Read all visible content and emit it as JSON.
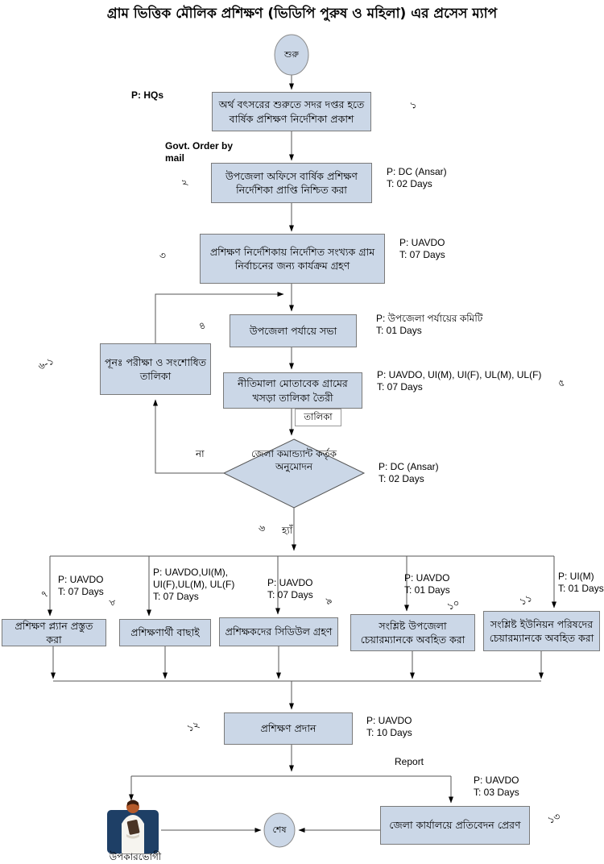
{
  "title": "গ্রাম ভিত্তিক মৌলিক প্রশিক্ষণ (ভিডিপি পুরুষ ও মহিলা) এর প্রসেস ম্যাপ",
  "terminals": {
    "start": "শুরু",
    "end": "শেষ"
  },
  "process_boxes": {
    "publish_guideline": "অর্থ বৎসরের শুরুতে সদর দপ্তর হতে বার্ষিক প্রশিক্ষণ নির্দেশিকা প্রকাশ",
    "confirm_receipt": "উপজেলা অফিসে বার্ষিক প্রশিক্ষণ নির্দেশিকা প্রাপ্তি নিশ্চিত করা",
    "village_selection": "প্রশিক্ষণ নির্দেশিকায় নির্দেশিত সংখ্যক গ্রাম নির্বাচনের জন্য কার্যক্রম গ্রহণ",
    "upazila_meeting": "উপজেলা পর্যায়ে  সভা",
    "draft_list": "নীতিমালা মোতাবেক গ্রামের খসড়া তালিকা তৈরী",
    "revision": "পূনঃ পরীক্ষা ও সংশোধিত তালিকা",
    "training_plan": "প্রশিক্ষণ প্ল্যান প্রস্তুত করা",
    "trainee_selection": "প্রশিক্ষণার্থী বাছাই",
    "trainer_schedule": "প্রশিক্ষকদের সিডিউল গ্রহণ",
    "inform_upazila_chairman": "সংশ্লিষ্ট উপজেলা চেয়ারম্যানকে অবহিত করা",
    "inform_union_chairman": "সংশ্লিষ্ট ইউনিয়ন পরিষদের চেয়ারম্যানকে অবহিত করা",
    "conduct_training": "প্রশিক্ষণ প্রদান",
    "send_report": "জেলা কার্যালয়ে প্রতিবেদন প্রেরণ"
  },
  "decision": {
    "text": "জেলা কমান্ড্যান্ট কর্তৃক অনুমোদন",
    "yes": "হ্যাঁ",
    "no": "না"
  },
  "edge_labels": {
    "govt_order": "Govt. Order by\nmail",
    "list": "তালিকা",
    "report": "Report"
  },
  "annotations": {
    "a1": "P: HQs",
    "a2": "P: DC (Ansar)\nT: 02 Days",
    "a3": "P: UAVDO\nT: 07 Days",
    "a4": "P: উপজেলা পর্যায়ের কমিটি\nT: 01 Days",
    "a5": "P: UAVDO, UI(M), UI(F), UL(M), UL(F)\nT: 07 Days",
    "a6": "P: DC (Ansar)\nT: 02 Days",
    "a7": "P: UAVDO\nT: 07 Days",
    "a8": "P:   UAVDO,UI(M),\nUI(F),UL(M), UL(F)\nT: 07 Days",
    "a9": "P: UAVDO\nT: 07 Days",
    "a10": "P: UAVDO\nT: 01 Days",
    "a11": "P: UI(M)\nT: 01 Days",
    "a12": "P: UAVDO\nT: 10 Days",
    "a13": "P: UAVDO\nT: 03 Days"
  },
  "step_numbers": {
    "s1": "১",
    "s2": "২",
    "s3": "৩",
    "s4": "৪",
    "s5": "৫",
    "s6": "৬",
    "s6_1": "৬-১",
    "s7": "৭",
    "s8": "৮",
    "s9": "৯",
    "s10": "১০",
    "s11": "১১",
    "s12": "১২",
    "s13": "১৩"
  },
  "beneficiary_label": "উপকারভোগী",
  "colors": {
    "node_fill": "#cbd7e7",
    "node_border": "#7a7a7a",
    "line": "#555555",
    "arrowhead": "#000000",
    "person_bg": "#1e3f66"
  }
}
